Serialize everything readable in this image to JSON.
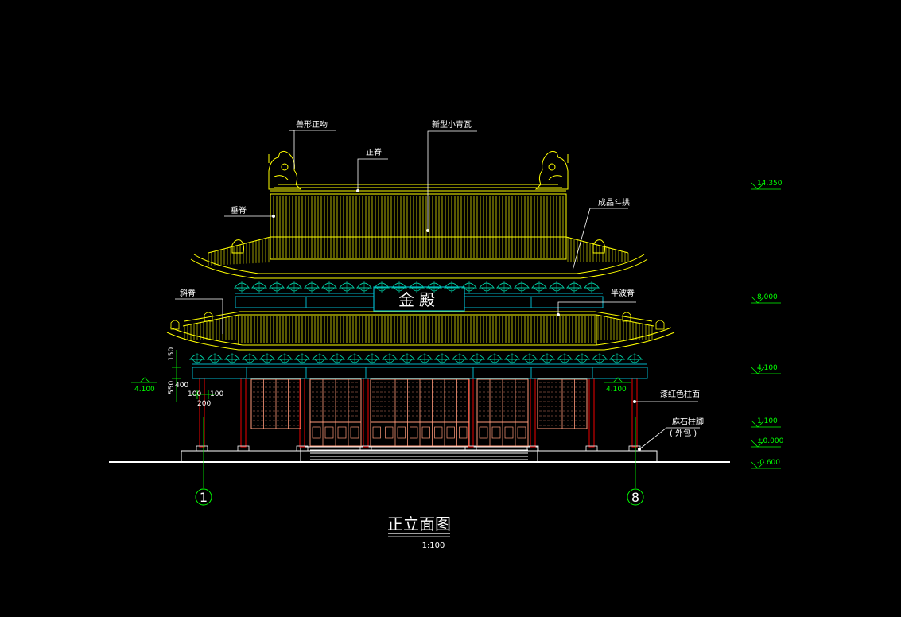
{
  "drawing": {
    "title": "正立面图",
    "scale": "1:100",
    "plaque": "金殿",
    "colors": {
      "background": "#000000",
      "roof": "#ffff00",
      "bracket": "#00c8a0",
      "beam": "#00b4c8",
      "column": "#c80000",
      "door_lattice": "#ff9a7a",
      "leader": "#ffffff",
      "grid_axis": "#00ff00"
    },
    "callouts": {
      "main_ridge_beast": "兽形正吻",
      "tile": "新型小青瓦",
      "main_ridge": "正脊",
      "hanging_ridge": "垂脊",
      "bracket_set": "成品斗拱",
      "diagonal_ridge": "斜脊",
      "wave_ridge": "半波脊",
      "column_face": "漆红色柱面",
      "column_base": "麻石柱脚",
      "column_base_note": "( 外包 )"
    },
    "elevations": [
      {
        "label": "14.350"
      },
      {
        "label": "8.000"
      },
      {
        "label": "4.100"
      },
      {
        "label": "1.100"
      },
      {
        "label": "±0.000"
      },
      {
        "label": "-0.600"
      }
    ],
    "left_elevation": "4.100",
    "inner_elevation": "4.100",
    "dims": {
      "d150": "150",
      "d550": "550",
      "d400": "400",
      "d100a": "100",
      "d100b": "100",
      "d200": "200"
    },
    "axes": [
      {
        "label": "1"
      },
      {
        "label": "8"
      }
    ]
  }
}
